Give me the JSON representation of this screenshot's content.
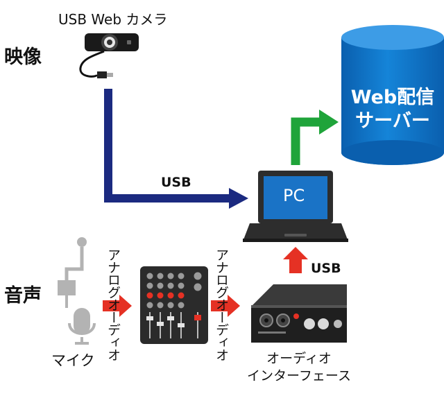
{
  "labels": {
    "camera": "USB Web カメラ",
    "video_section": "映像",
    "audio_section": "音声",
    "usb_cable": "USB",
    "usb_interface": "USB",
    "pc_screen": "PC",
    "server_line1": "Web配信",
    "server_line2": "サーバー",
    "mic": "マイク",
    "analog1": "アナログオーディオ",
    "analog2": "アナログオーディオ",
    "interface_line1": "オーディオ",
    "interface_line2": "インターフェース"
  },
  "colors": {
    "video_arrow": "#1b2a80",
    "network_arrow": "#1fa43a",
    "audio_arrow": "#e53124",
    "server": "#0c74c9",
    "pc_screen": "#1a73c6",
    "device_dark": "#2b2b2b",
    "mic_gray": "#b3b3b3"
  }
}
